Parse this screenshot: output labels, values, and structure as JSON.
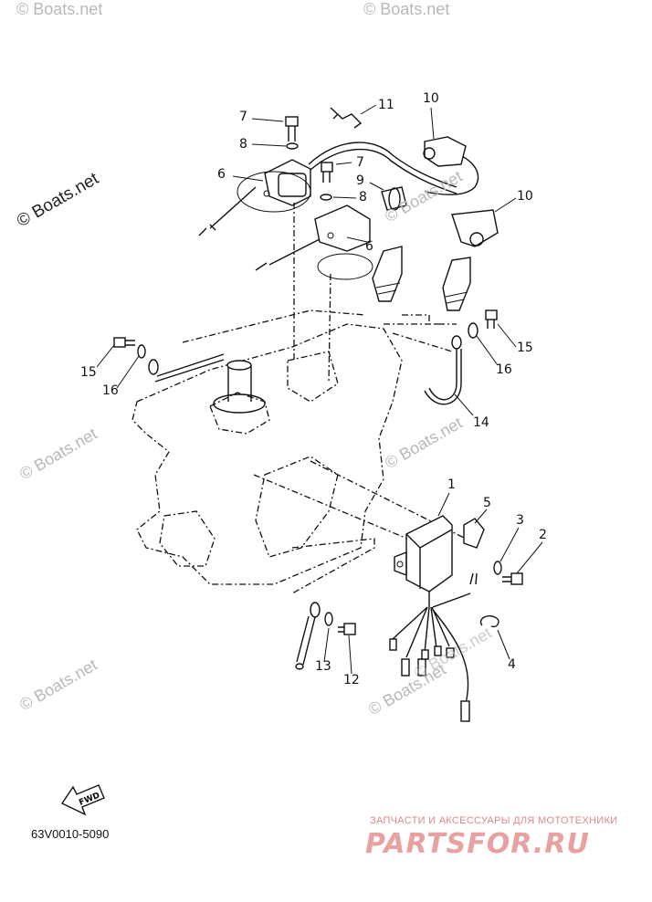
{
  "diagram_code": "63V0010-5090",
  "fwd_label": "FWD",
  "watermarks": [
    "© Boats.net",
    "© Boats.net",
    "© Boats.net",
    "© Boats.net",
    "© Boats.net",
    "© Boats.net",
    "© Boats.net",
    "© Boats.net",
    "© Boats.net"
  ],
  "brand": {
    "tagline": "ЗАПЧАСТИ И АКСЕССУАРЫ ДЛЯ МОТОТЕХНИКИ",
    "name": "PARTSFOR.RU"
  },
  "callouts": [
    "7",
    "8",
    "6",
    "11",
    "10",
    "7",
    "9",
    "8",
    "10",
    "6",
    "15",
    "16",
    "15",
    "16",
    "14",
    "1",
    "5",
    "3",
    "2",
    "4",
    "13",
    "12"
  ]
}
